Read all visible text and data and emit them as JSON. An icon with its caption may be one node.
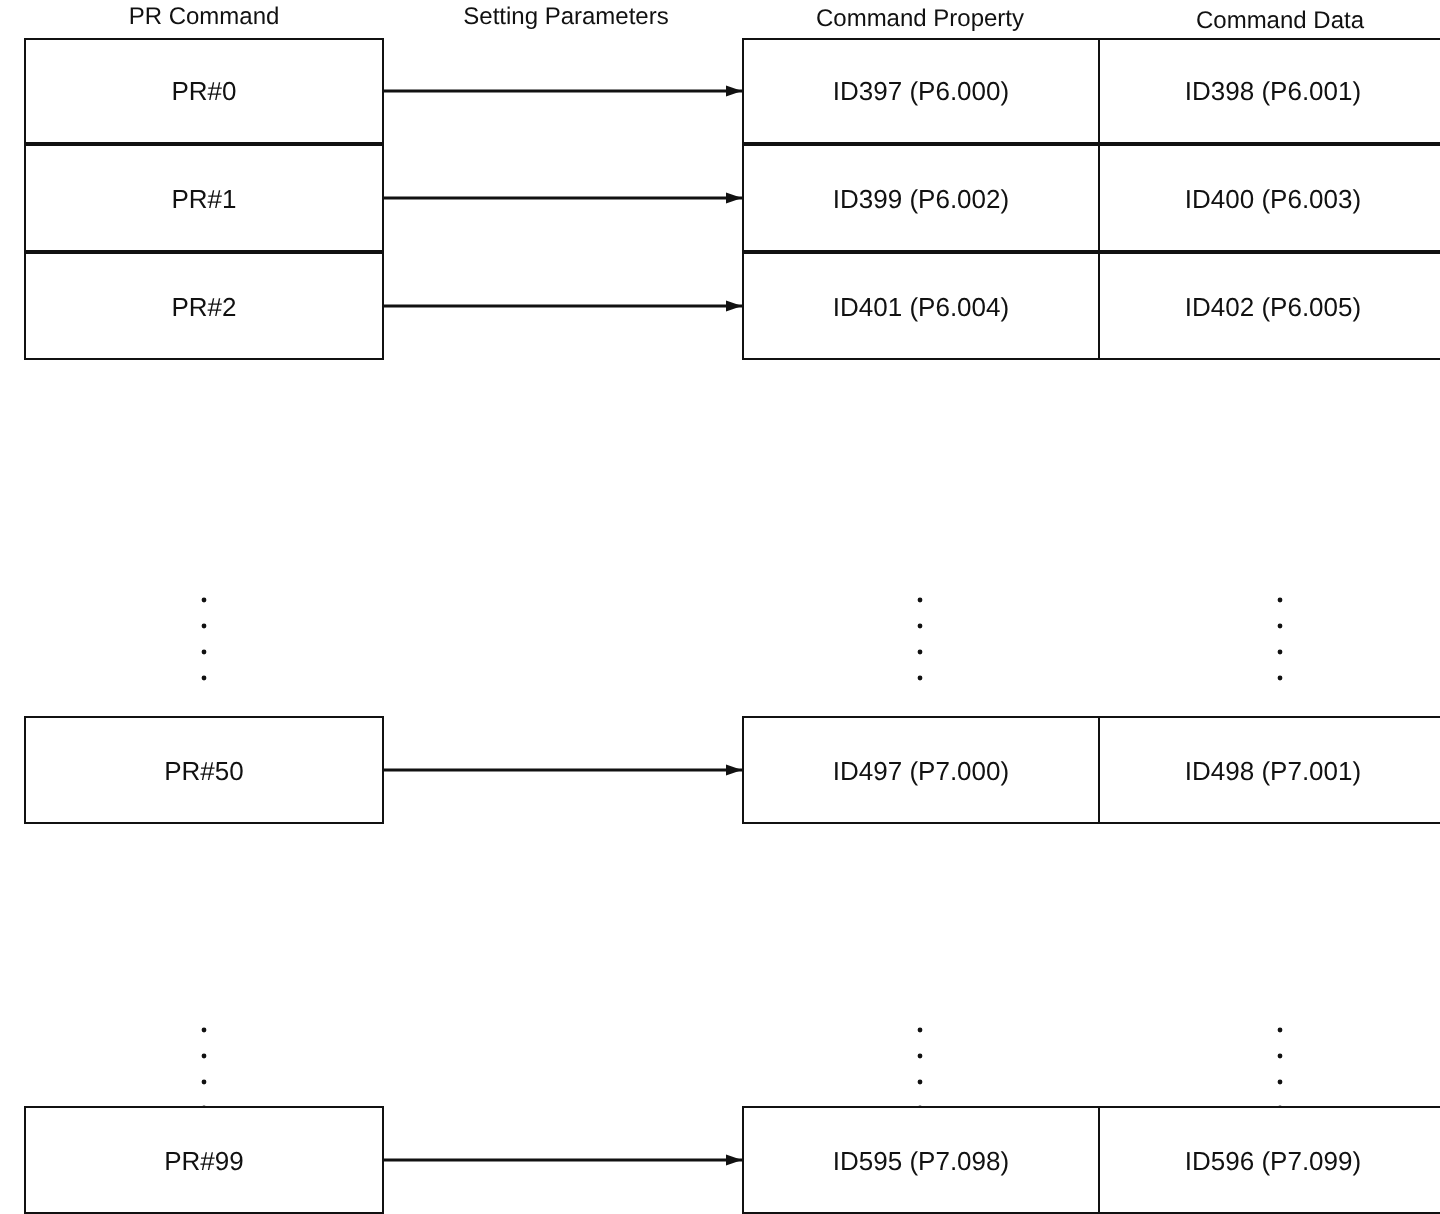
{
  "diagram": {
    "nodes": [
      {
        "text": [
          "PR#0"
        ]
      },
      {
        "text": [
          "ID397 (P6.000)"
        ]
      },
      {
        "text": [
          "ID398 (P6.001)"
        ]
      },
      {
        "text": [
          "PR#1"
        ]
      },
      {
        "text": [
          "ID399 (P6.002)"
        ]
      },
      {
        "text": [
          "ID400 (P6.003)"
        ]
      },
      {
        "text": [
          "PR#2"
        ]
      },
      {
        "text": [
          "ID401 (P6.004)"
        ]
      },
      {
        "text": [
          "ID402 (P6.005)"
        ]
      },
      {
        "text": [
          "PR#50"
        ]
      },
      {
        "text": [
          "ID497 (P7.000)"
        ]
      },
      {
        "text": [
          "ID498 (P7.001)"
        ]
      },
      {
        "text": [
          "PR#99"
        ]
      },
      {
        "text": [
          "ID595 (P7.098)"
        ]
      },
      {
        "text": [
          "ID596 (P7.099)"
        ]
      }
    ],
    "edges": [
      {
        "from": 0,
        "to": 1,
        "arrow": "to"
      },
      {
        "from": 3,
        "to": 4,
        "arrow": "to"
      },
      {
        "from": 6,
        "to": 7,
        "arrow": "to"
      },
      {
        "from": 9,
        "to": 10,
        "arrow": "to"
      },
      {
        "from": 12,
        "to": 13,
        "arrow": "to"
      }
    ],
    "labels": [
      "PR Command",
      "Setting Parameters",
      "Command Property",
      "Command Data"
    ]
  }
}
